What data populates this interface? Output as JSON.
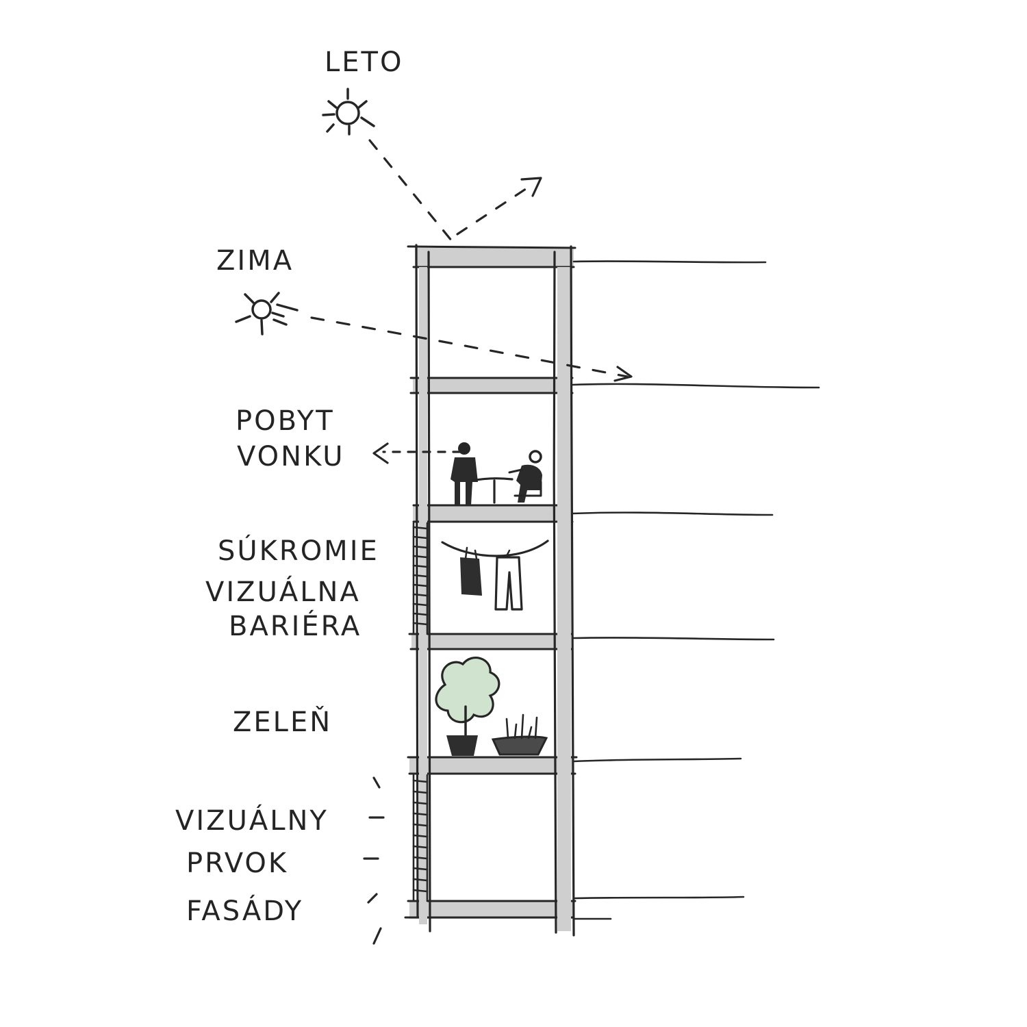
{
  "labels": {
    "leto": "LETO",
    "zima": "ZIMA",
    "pobyt_line1": "POBYT",
    "pobyt_line2": "VONKU",
    "sukromie_line1": "SÚKROMIE",
    "sukromie_line2": "VIZUÁLNA",
    "sukromie_line3": "BARIÉRA",
    "zelen": "ZELEŇ",
    "prvok_line1": "VIZUÁLNY",
    "prvok_line2": "PRVOK",
    "prvok_line3": "FASÁDY"
  },
  "colors": {
    "ink": "#262626",
    "slab_fill": "#cfcfcf",
    "foliage": "#cfe3cf",
    "paper": "#ffffff"
  },
  "icons": [
    "sun-summer-icon",
    "sun-winter-icon",
    "person-standing-icon",
    "person-sitting-icon",
    "table-icon",
    "laundry-icon",
    "tree-icon",
    "planter-icon",
    "louver-icon"
  ]
}
